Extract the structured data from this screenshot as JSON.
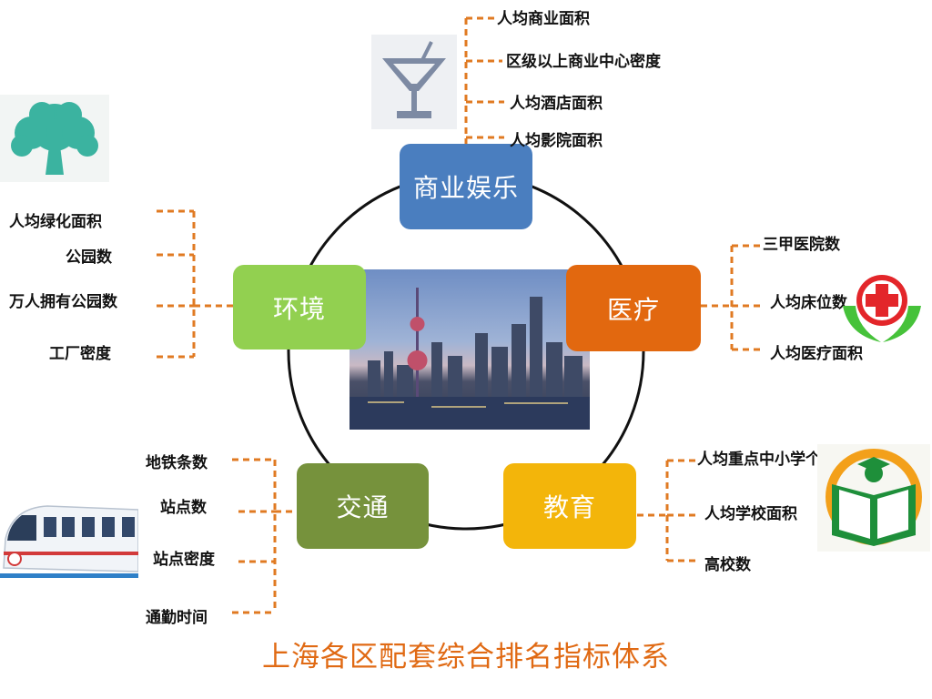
{
  "title": "上海各区配套综合排名指标体系",
  "center_image": "shanghai-skyline-photo",
  "categories": [
    {
      "id": "commerce",
      "label": "商业娱乐",
      "color": "#4a7ebf",
      "icon": "cocktail-glass-icon",
      "indicators": [
        "人均商业面积",
        "区级以上商业中心密度",
        "人均酒店面积",
        "人均影院面积"
      ]
    },
    {
      "id": "medical",
      "label": "医疗",
      "color": "#e2680f",
      "icon": "red-cross-hands-icon",
      "indicators": [
        "三甲医院数",
        "人均床位数",
        "人均医疗面积"
      ]
    },
    {
      "id": "education",
      "label": "教育",
      "color": "#f3b50a",
      "icon": "student-book-icon",
      "indicators": [
        "人均重点中小学个数",
        "人均学校面积",
        "高校数"
      ]
    },
    {
      "id": "transport",
      "label": "交通",
      "color": "#76923c",
      "icon": "metro-train-icon",
      "indicators": [
        "地铁条数",
        "站点数",
        "站点密度",
        "通勤时间"
      ]
    },
    {
      "id": "environment",
      "label": "环境",
      "color": "#92d050",
      "icon": "tree-icon",
      "indicators": [
        "人均绿化面积",
        "公园数",
        "万人拥有公园数",
        "工厂密度"
      ]
    }
  ],
  "colors": {
    "connector": "#e07a22",
    "title": "#e06a14",
    "circle": "#111111"
  }
}
